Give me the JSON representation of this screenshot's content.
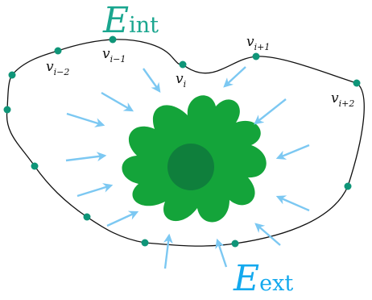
{
  "labels": {
    "internal_energy": {
      "main": "E",
      "sub": "int"
    },
    "external_energy": {
      "main": "E",
      "sub": "ext"
    },
    "vertices": [
      {
        "main": "v",
        "sub": "i−2"
      },
      {
        "main": "v",
        "sub": "i−1"
      },
      {
        "main": "v",
        "sub": "i"
      },
      {
        "main": "v",
        "sub": "i+1"
      },
      {
        "main": "v",
        "sub": "i+2"
      }
    ]
  },
  "colors": {
    "internal": "#1aa68f",
    "external": "#14a9ee",
    "arrow": "#7cc8f2",
    "flower": "#14a43a",
    "core": "#0f7f3c",
    "contour": "#111111",
    "node": "#0f9578"
  }
}
